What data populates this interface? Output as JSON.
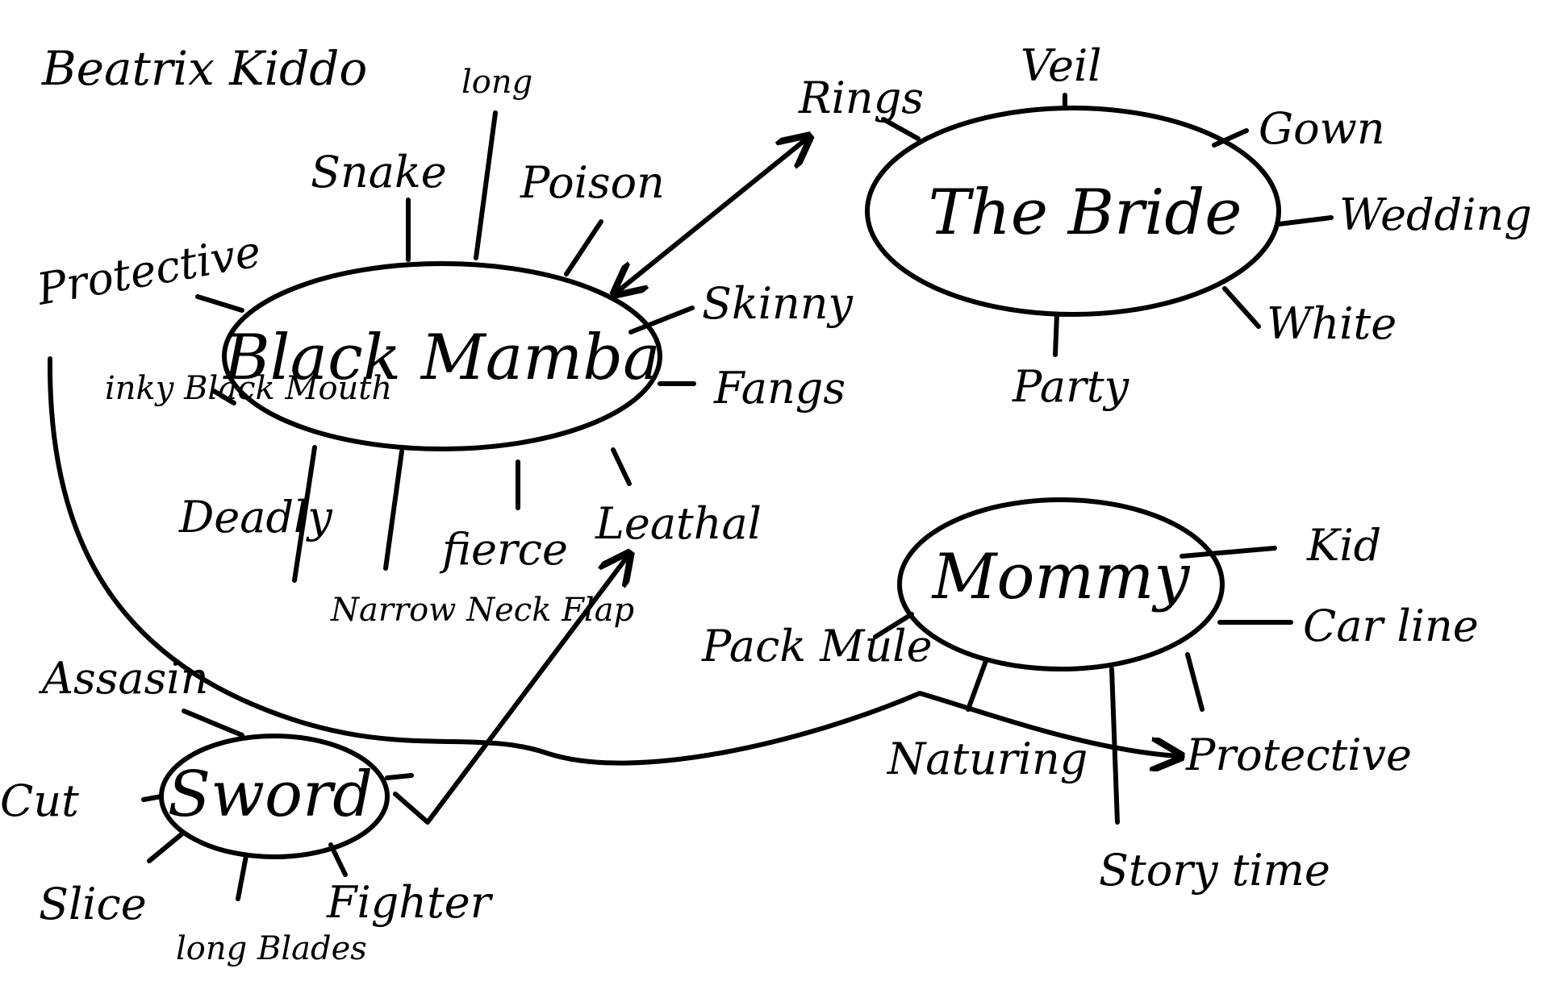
{
  "title": "Beatrix Kiddo",
  "nodes": {
    "black_mamba": {
      "label": "Black Mamba",
      "spokes": [
        "Snake",
        "long",
        "Poison",
        "Protective",
        "Skinny",
        "Fangs",
        "inky Black Mouth",
        "Deadly",
        "Narrow Neck Flap",
        "fierce",
        "Leathal"
      ]
    },
    "the_bride": {
      "label": "The Bride",
      "spokes": [
        "Rings",
        "Veil",
        "Gown",
        "Wedding",
        "White",
        "Party"
      ]
    },
    "mommy": {
      "label": "Mommy",
      "spokes": [
        "Kid",
        "Car line",
        "Pack Mule",
        "Naturing",
        "Story time",
        "Protective"
      ]
    },
    "sword": {
      "label": "Sword",
      "spokes": [
        "Assasin",
        "Cut",
        "Slice",
        "long Blades",
        "Fighter"
      ]
    }
  }
}
